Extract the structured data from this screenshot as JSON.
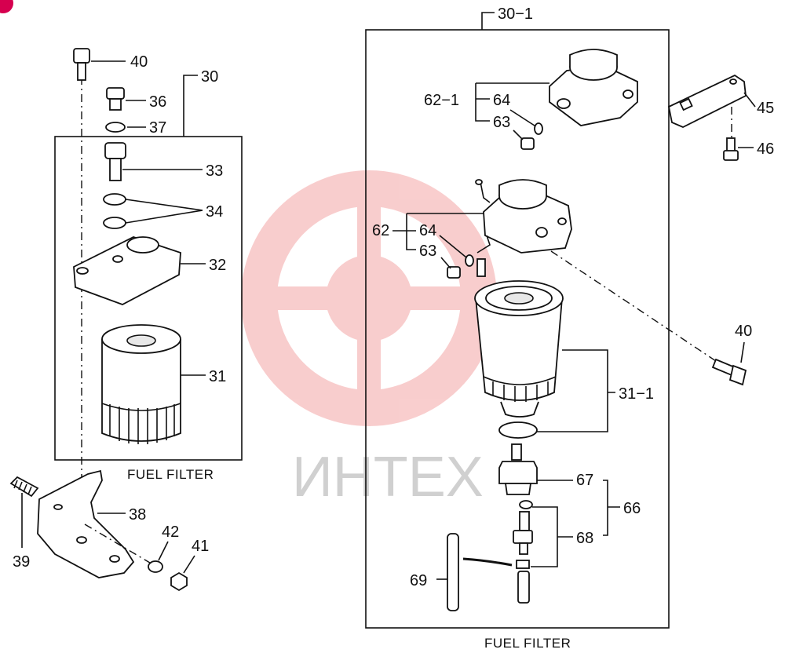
{
  "watermark": {
    "text": "ИНТЕХ",
    "color": "#f2a0a0"
  },
  "corner_badge": {
    "color": "#d6004f"
  },
  "left_panel": {
    "caption": "FUEL FILTER",
    "group_label": "30",
    "parts": {
      "p40": "40",
      "p36": "36",
      "p37": "37",
      "p33": "33",
      "p34": "34",
      "p32": "32",
      "p31": "31",
      "p38": "38",
      "p39": "39",
      "p42": "42",
      "p41": "41"
    }
  },
  "right_panel": {
    "caption": "FUEL FILTER",
    "group_label": "30−1",
    "parts": {
      "p62_1": "62−1",
      "p64a": "64",
      "p63a": "63",
      "p62": "62",
      "p64b": "64",
      "p63b": "63",
      "p45": "45",
      "p46": "46",
      "p40": "40",
      "p31_1": "31−1",
      "p67": "67",
      "p66": "66",
      "p68": "68",
      "p69": "69"
    }
  }
}
